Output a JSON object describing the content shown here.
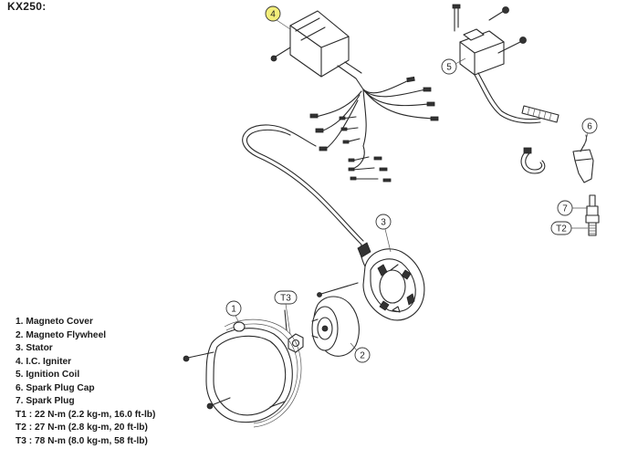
{
  "title": "KX250:",
  "callouts": {
    "c1": "1",
    "c2": "2",
    "c3": "3",
    "c4": "4",
    "c5": "5",
    "c6": "6",
    "c7": "7",
    "t2": "T2",
    "t3": "T3"
  },
  "legend": [
    "1. Magneto Cover",
    "2. Magneto Flywheel",
    "3. Stator",
    "4. I.C. Igniter",
    "5. Ignition Coil",
    "6. Spark Plug Cap",
    "7. Spark Plug",
    "T1 : 22 N-m (2.2 kg-m, 16.0 ft-lb)",
    "T2 : 27 N-m (2.8 kg-m, 20 ft-lb)",
    "T3 : 78 N-m (8.0 kg-m, 58 ft-lb)"
  ],
  "colors": {
    "highlight": "#f3ee7a"
  }
}
